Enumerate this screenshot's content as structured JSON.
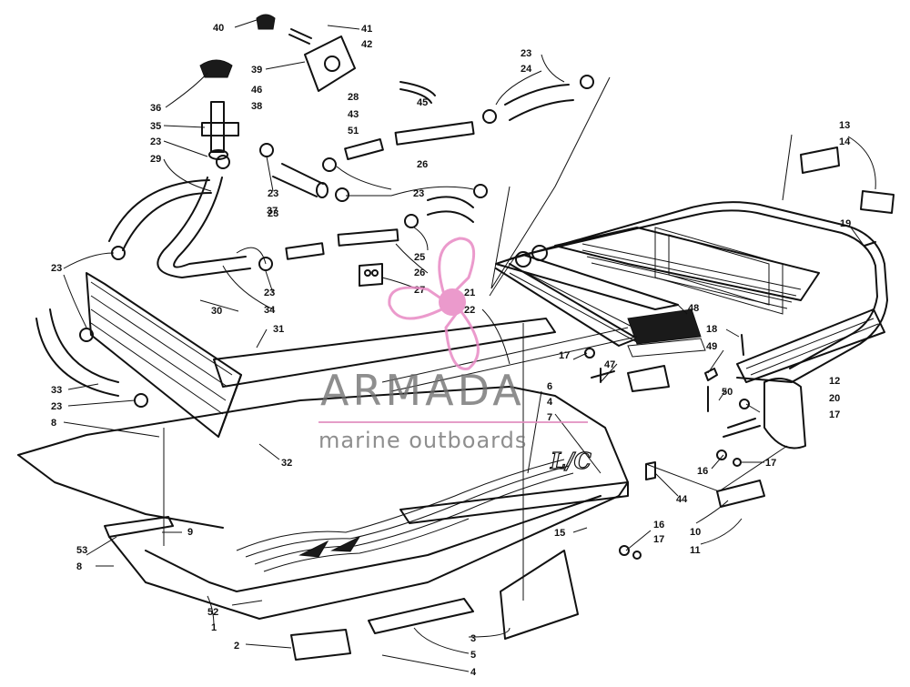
{
  "watermark": {
    "title": "ARMADA",
    "subtitle": "marine outboards",
    "accent_color": "#e889c4",
    "text_color": "#6e6e6e",
    "logo_icon": "propeller-icon"
  },
  "decal_text": "L/C",
  "callouts": [
    "40",
    "41",
    "42",
    "39",
    "36",
    "46",
    "38",
    "28",
    "43",
    "51",
    "45",
    "35",
    "23",
    "23",
    "29",
    "23",
    "37",
    "23",
    "24",
    "26",
    "23",
    "23",
    "25",
    "26",
    "27",
    "21",
    "22",
    "23",
    "34",
    "31",
    "30",
    "33",
    "23",
    "8",
    "32",
    "53",
    "8",
    "9",
    "52",
    "1",
    "2",
    "3",
    "5",
    "4",
    "13",
    "14",
    "19",
    "48",
    "18",
    "49",
    "17",
    "47",
    "6",
    "4",
    "7",
    "12",
    "20",
    "50",
    "17",
    "16",
    "17",
    "44",
    "15",
    "16",
    "17",
    "10",
    "11"
  ]
}
